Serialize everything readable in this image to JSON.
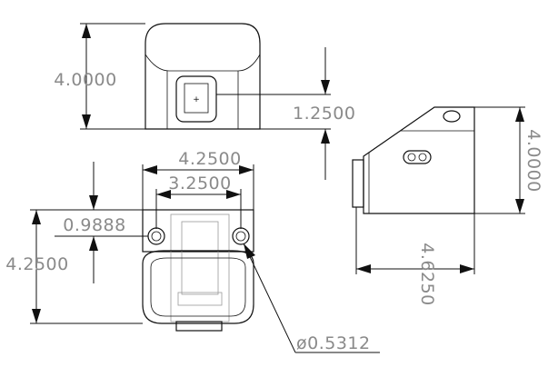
{
  "top_view": {
    "height_dim": "4.0000",
    "lens_dim": "1.2500"
  },
  "front_view": {
    "width_dim": "4.2500",
    "hole_spacing_dim": "3.2500",
    "hole_offset_dim": "0.9888",
    "height_dim": "4.2500",
    "hole_diameter_dim": "ø0.5312"
  },
  "side_view": {
    "height_dim": "4.0000",
    "length_dim": "4.6250"
  }
}
